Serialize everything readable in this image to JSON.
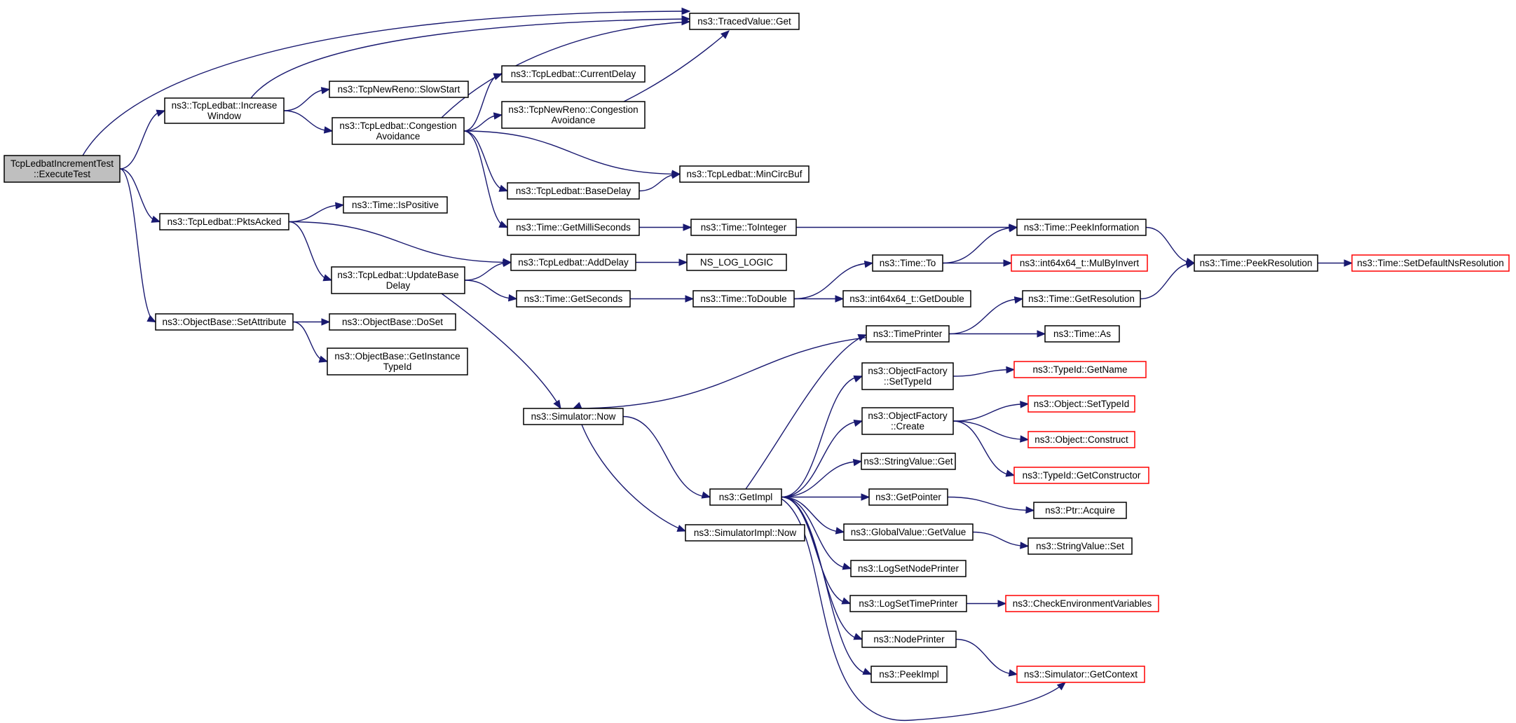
{
  "nodes": [
    {
      "id": "n0",
      "lines": [
        "TcpLedbatIncrementTest",
        "::ExecuteTest"
      ],
      "root": true
    },
    {
      "id": "n1",
      "lines": [
        "ns3::TcpLedbat::Increase",
        "Window"
      ]
    },
    {
      "id": "n2",
      "lines": [
        "ns3::TcpLedbat::PktsAcked"
      ]
    },
    {
      "id": "n3",
      "lines": [
        "ns3::ObjectBase::SetAttribute"
      ]
    },
    {
      "id": "n4",
      "lines": [
        "ns3::TracedValue::Get"
      ]
    },
    {
      "id": "n5",
      "lines": [
        "ns3::TcpNewReno::SlowStart"
      ]
    },
    {
      "id": "n6",
      "lines": [
        "ns3::TcpLedbat::Congestion",
        "Avoidance"
      ]
    },
    {
      "id": "n7",
      "lines": [
        "ns3::TcpLedbat::CurrentDelay"
      ]
    },
    {
      "id": "n8",
      "lines": [
        "ns3::TcpNewReno::Congestion",
        "Avoidance"
      ]
    },
    {
      "id": "n9",
      "lines": [
        "ns3::TcpLedbat::MinCircBuf"
      ]
    },
    {
      "id": "n10",
      "lines": [
        "ns3::TcpLedbat::BaseDelay"
      ]
    },
    {
      "id": "n11",
      "lines": [
        "ns3::Time::GetMilliSeconds"
      ]
    },
    {
      "id": "n12",
      "lines": [
        "ns3::Time::IsPositive"
      ]
    },
    {
      "id": "n13",
      "lines": [
        "ns3::TcpLedbat::AddDelay"
      ]
    },
    {
      "id": "n14",
      "lines": [
        "ns3::TcpLedbat::UpdateBase",
        "Delay"
      ]
    },
    {
      "id": "n15",
      "lines": [
        "NS_LOG_LOGIC"
      ]
    },
    {
      "id": "n16",
      "lines": [
        "ns3::Time::GetSeconds"
      ]
    },
    {
      "id": "n17",
      "lines": [
        "ns3::Time::ToInteger"
      ]
    },
    {
      "id": "n18",
      "lines": [
        "ns3::Time::ToDouble"
      ]
    },
    {
      "id": "n19",
      "lines": [
        "ns3::Time::To"
      ]
    },
    {
      "id": "n20",
      "lines": [
        "ns3::Time::PeekInformation"
      ]
    },
    {
      "id": "n21",
      "lines": [
        "ns3::int64x64_t::MulByInvert"
      ],
      "truncated": true
    },
    {
      "id": "n22",
      "lines": [
        "ns3::int64x64_t::GetDouble"
      ]
    },
    {
      "id": "n23",
      "lines": [
        "ns3::Time::PeekResolution"
      ]
    },
    {
      "id": "n24",
      "lines": [
        "ns3::Time::SetDefaultNsResolution"
      ],
      "truncated": true
    },
    {
      "id": "n25",
      "lines": [
        "ns3::ObjectBase::DoSet"
      ]
    },
    {
      "id": "n26",
      "lines": [
        "ns3::ObjectBase::GetInstance",
        "TypeId"
      ]
    },
    {
      "id": "n27",
      "lines": [
        "ns3::Time::GetResolution"
      ]
    },
    {
      "id": "n28",
      "lines": [
        "ns3::TimePrinter"
      ]
    },
    {
      "id": "n29",
      "lines": [
        "ns3::Time::As"
      ]
    },
    {
      "id": "n30",
      "lines": [
        "ns3::Simulator::Now"
      ]
    },
    {
      "id": "n31",
      "lines": [
        "ns3::ObjectFactory",
        "::SetTypeId"
      ]
    },
    {
      "id": "n32",
      "lines": [
        "ns3::TypeId::GetName"
      ],
      "truncated": true
    },
    {
      "id": "n33",
      "lines": [
        "ns3::ObjectFactory",
        "::Create"
      ]
    },
    {
      "id": "n34",
      "lines": [
        "ns3::Object::SetTypeId"
      ],
      "truncated": true
    },
    {
      "id": "n35",
      "lines": [
        "ns3::Object::Construct"
      ],
      "truncated": true
    },
    {
      "id": "n36",
      "lines": [
        "ns3::TypeId::GetConstructor"
      ],
      "truncated": true
    },
    {
      "id": "n37",
      "lines": [
        "ns3::StringValue::Get"
      ]
    },
    {
      "id": "n38",
      "lines": [
        "ns3::GetImpl"
      ]
    },
    {
      "id": "n39",
      "lines": [
        "ns3::GetPointer"
      ]
    },
    {
      "id": "n40",
      "lines": [
        "ns3::Ptr::Acquire"
      ]
    },
    {
      "id": "n41",
      "lines": [
        "ns3::GlobalValue::GetValue"
      ]
    },
    {
      "id": "n42",
      "lines": [
        "ns3::StringValue::Set"
      ]
    },
    {
      "id": "n43",
      "lines": [
        "ns3::SimulatorImpl::Now"
      ]
    },
    {
      "id": "n44",
      "lines": [
        "ns3::LogSetNodePrinter"
      ]
    },
    {
      "id": "n45",
      "lines": [
        "ns3::LogSetTimePrinter"
      ]
    },
    {
      "id": "n46",
      "lines": [
        "ns3::CheckEnvironmentVariables"
      ],
      "truncated": true
    },
    {
      "id": "n47",
      "lines": [
        "ns3::NodePrinter"
      ]
    },
    {
      "id": "n48",
      "lines": [
        "ns3::PeekImpl"
      ]
    },
    {
      "id": "n49",
      "lines": [
        "ns3::Simulator::GetContext"
      ],
      "truncated": true
    }
  ],
  "edges": [
    [
      "n0",
      "n4"
    ],
    [
      "n0",
      "n1"
    ],
    [
      "n0",
      "n2"
    ],
    [
      "n0",
      "n3"
    ],
    [
      "n1",
      "n4"
    ],
    [
      "n1",
      "n5"
    ],
    [
      "n1",
      "n6"
    ],
    [
      "n6",
      "n4"
    ],
    [
      "n6",
      "n7"
    ],
    [
      "n6",
      "n8"
    ],
    [
      "n6",
      "n9"
    ],
    [
      "n6",
      "n10"
    ],
    [
      "n6",
      "n11"
    ],
    [
      "n8",
      "n4"
    ],
    [
      "n10",
      "n9"
    ],
    [
      "n2",
      "n12"
    ],
    [
      "n2",
      "n13"
    ],
    [
      "n2",
      "n14"
    ],
    [
      "n3",
      "n25"
    ],
    [
      "n3",
      "n26"
    ],
    [
      "n14",
      "n13"
    ],
    [
      "n14",
      "n16"
    ],
    [
      "n14",
      "n30"
    ],
    [
      "n13",
      "n15"
    ],
    [
      "n11",
      "n17"
    ],
    [
      "n17",
      "n20"
    ],
    [
      "n16",
      "n18"
    ],
    [
      "n18",
      "n19"
    ],
    [
      "n18",
      "n22"
    ],
    [
      "n19",
      "n20"
    ],
    [
      "n19",
      "n21"
    ],
    [
      "n20",
      "n23"
    ],
    [
      "n23",
      "n24"
    ],
    [
      "n27",
      "n23"
    ],
    [
      "n28",
      "n27"
    ],
    [
      "n28",
      "n29"
    ],
    [
      "n28",
      "n30"
    ],
    [
      "n30",
      "n38"
    ],
    [
      "n30",
      "n43"
    ],
    [
      "n38",
      "n28"
    ],
    [
      "n38",
      "n31"
    ],
    [
      "n38",
      "n33"
    ],
    [
      "n38",
      "n37"
    ],
    [
      "n38",
      "n39"
    ],
    [
      "n38",
      "n41"
    ],
    [
      "n38",
      "n44"
    ],
    [
      "n38",
      "n45"
    ],
    [
      "n38",
      "n47"
    ],
    [
      "n38",
      "n48"
    ],
    [
      "n38",
      "n49"
    ],
    [
      "n31",
      "n32"
    ],
    [
      "n33",
      "n34"
    ],
    [
      "n33",
      "n35"
    ],
    [
      "n33",
      "n36"
    ],
    [
      "n39",
      "n40"
    ],
    [
      "n41",
      "n42"
    ],
    [
      "n45",
      "n46"
    ],
    [
      "n47",
      "n49"
    ]
  ]
}
